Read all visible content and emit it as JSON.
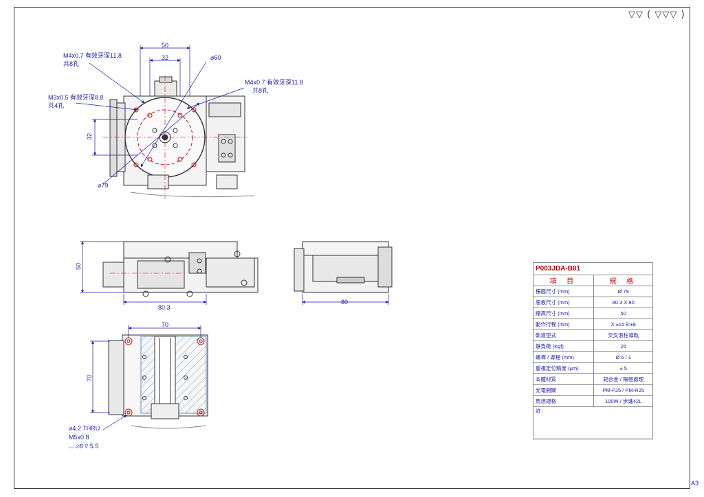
{
  "finish_symbol": "▽▽ ( ▽▽▽ )",
  "sheet_size": "A3",
  "top_view": {
    "dim_50": "50",
    "dim_32_top": "32",
    "dim_32_left": "32",
    "dim_phi60": "⌀60",
    "dim_phi79": "⌀79",
    "callout_m4_left_line1": "M4x0.7 有效牙深11.8",
    "callout_m4_left_line2": "共8孔",
    "callout_m3_line1": "M3x0.5 有效牙深8.8",
    "callout_m3_line2": "共4孔",
    "callout_m4_right_line1": "M4x0.7 有效牙深11.8",
    "callout_m4_right_line2": "共8孔"
  },
  "front_view": {
    "dim_50": "50",
    "dim_80_3": "80.3"
  },
  "side_view": {
    "dim_80": "80"
  },
  "bottom_view": {
    "dim_70_top": "70",
    "dim_70_left": "70",
    "callout_line1": "⌀4.2 THRU",
    "callout_line2": "M5x0.8",
    "callout_line3": "⌴ ⌀8 ⊽ 5.5"
  },
  "spec_table": {
    "model": "P003JDA-B01",
    "header_item": "項 目",
    "header_spec": "規 格",
    "rows": [
      {
        "item": "檯面尺寸 (mm)",
        "spec": "Ø 79"
      },
      {
        "item": "底板尺寸 (mm)",
        "spec": "80.3 X 80"
      },
      {
        "item": "總高尺寸 (mm)",
        "spec": "50"
      },
      {
        "item": "動作行程 (mm)",
        "spec": "X:±15   θ:±8"
      },
      {
        "item": "軌道型式",
        "spec": "交叉滾柱導軌"
      },
      {
        "item": "靜負荷 (Kgf)",
        "spec": "25"
      },
      {
        "item": "螺桿 / 導程 (mm)",
        "spec": "Ø 6 / 1"
      },
      {
        "item": "重複定位精度  (μm)",
        "spec": "± 5"
      },
      {
        "item": "本體材質",
        "spec": "鋁合金 / 陽極處理"
      },
      {
        "item": "光電開關",
        "spec": "PM-F25 / PM-R25"
      },
      {
        "item": "馬達規格",
        "spec": "100W  / 步進42L"
      }
    ],
    "note_label": "註 :"
  }
}
